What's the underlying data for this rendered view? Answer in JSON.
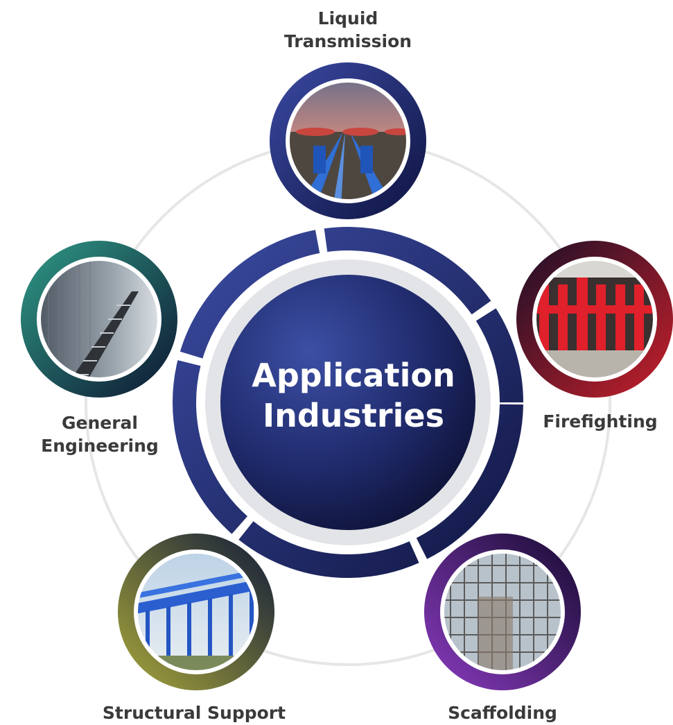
{
  "center": {
    "line1": "Application",
    "line2": "Industries"
  },
  "nodes": [
    {
      "id": "liquid-transmission",
      "lines": [
        "Liquid",
        "Transmission"
      ],
      "photo": "pipeline-valves-photo"
    },
    {
      "id": "firefighting",
      "lines": [
        "Firefighting"
      ],
      "photo": "red-fire-pipes-photo"
    },
    {
      "id": "scaffolding",
      "lines": [
        "Scaffolding"
      ],
      "photo": "scaffolding-tower-photo"
    },
    {
      "id": "structural-support",
      "lines": [
        "Structural Support"
      ],
      "photo": "blue-steel-frame-photo"
    },
    {
      "id": "general-engineering",
      "lines": [
        "General",
        "Engineering"
      ],
      "photo": "steel-staircase-photo"
    }
  ],
  "colors": {
    "navy": "#1f2a6b",
    "ring_light": "#e3e4e8",
    "orbit": "#e6e6e6",
    "label_text": "#3a3a3a",
    "teal": "#1e7a6c",
    "red": "#b7202b",
    "purple": "#7a2ea3",
    "olive": "#9a9a2a"
  }
}
